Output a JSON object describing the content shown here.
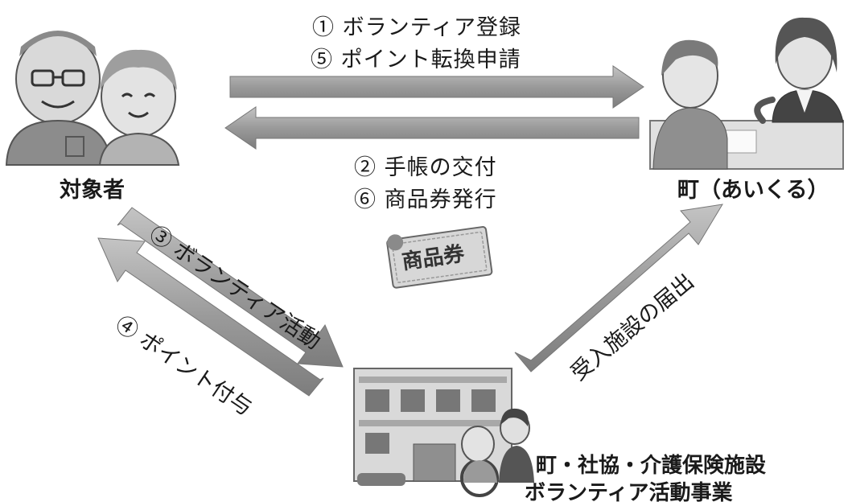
{
  "steps": {
    "s1": "① ボランティア登録",
    "s5": "⑤ ポイント転換申請",
    "s2": "② 手帳の交付",
    "s6": "⑥ 商品券発行",
    "s3": "③ ボランティア活動",
    "s4": "④ ポイント付与",
    "facility_report": "受入施設の届出"
  },
  "nodes": {
    "target_person": "対象者",
    "town": "町（あいくる）",
    "facility_line1": "町・社協・介護保険施設",
    "facility_line2": "ボランティア活動事業"
  },
  "voucher": {
    "text": "商品券"
  },
  "colors": {
    "arrow_fill": "#8f8f8f",
    "arrow_highlight": "#c4c4c4",
    "text": "#1a1a1a"
  }
}
